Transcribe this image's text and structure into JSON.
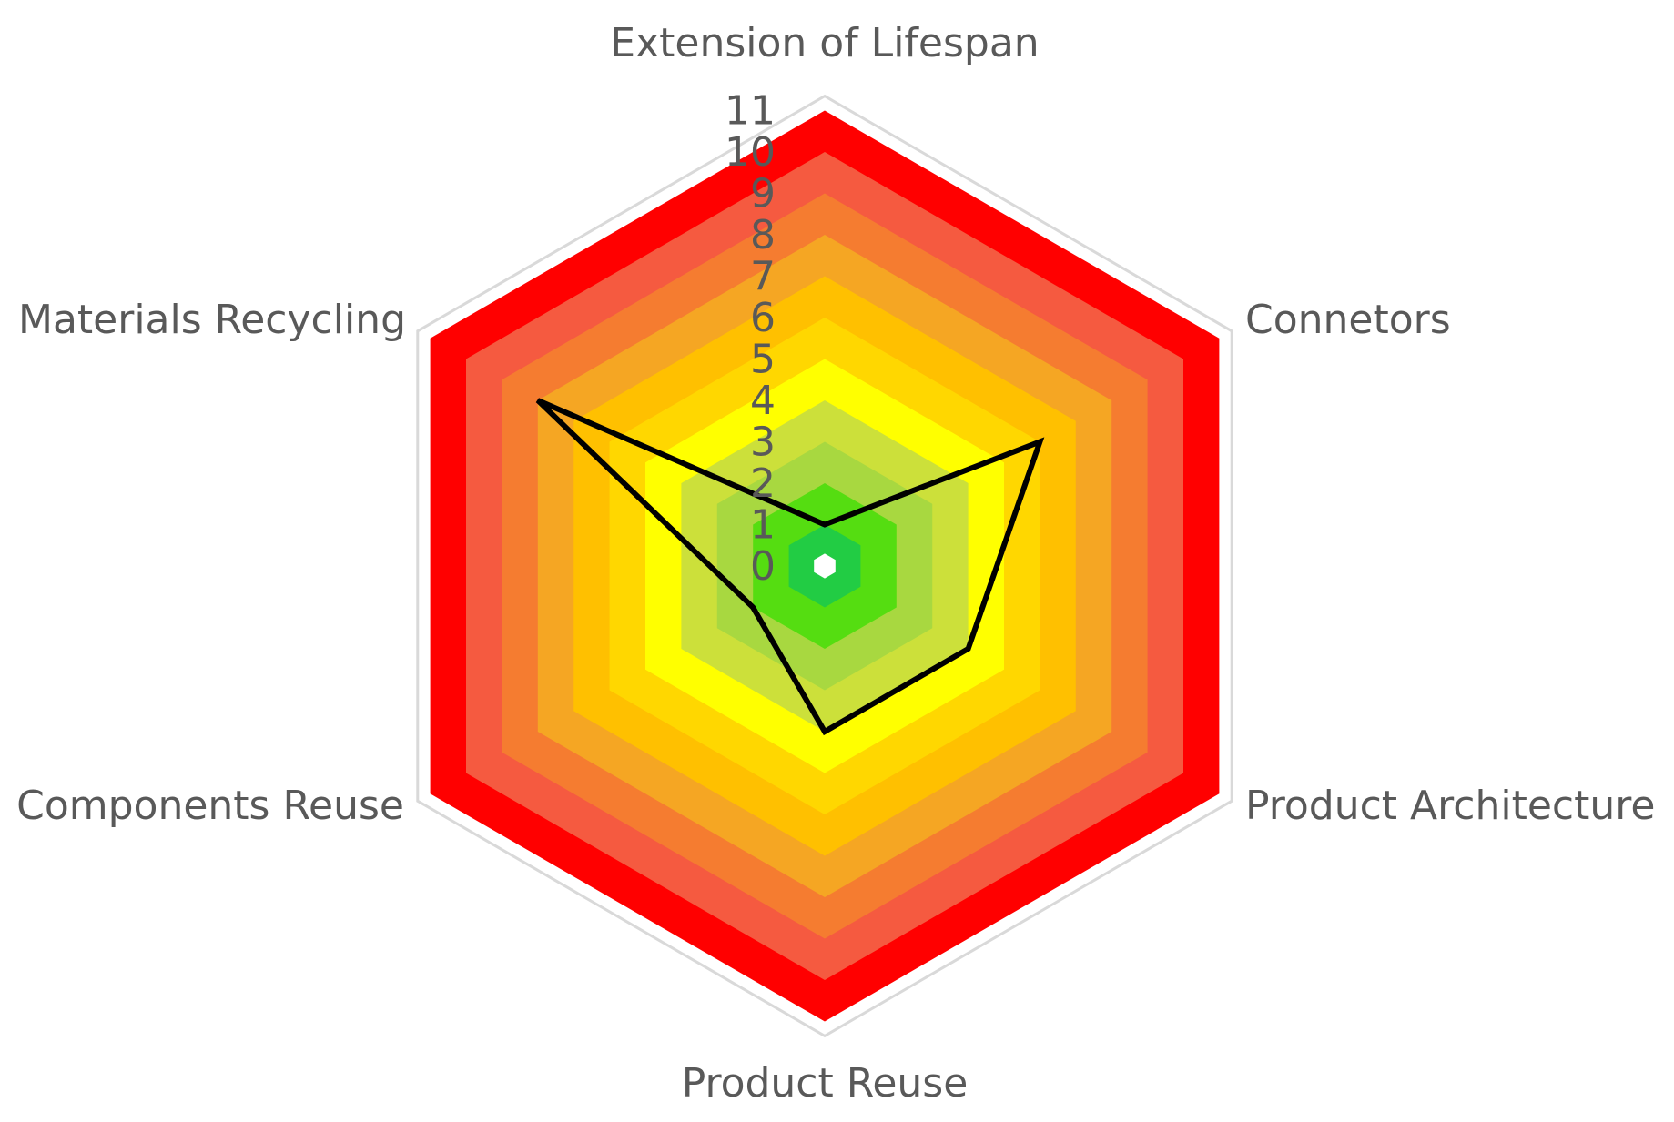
{
  "chart_data": {
    "type": "radar",
    "title": "",
    "categories": [
      "Extension of Lifespan",
      "Connetors",
      "Product Architecture",
      "Product Reuse",
      "Components Reuse",
      "Materials Recycling"
    ],
    "series": [
      {
        "values": [
          1,
          6,
          4,
          4,
          2,
          8
        ],
        "color": "#000000"
      }
    ],
    "rlim": [
      0,
      11
    ],
    "ticks": [
      0,
      1,
      2,
      3,
      4,
      5,
      6,
      7,
      8,
      9,
      10,
      11
    ],
    "tick_labels": [
      "0",
      "1",
      "2",
      "3",
      "4",
      "5",
      "6",
      "7",
      "8",
      "9",
      "10",
      "11"
    ],
    "band_colors": [
      "#22CC44",
      "#55DD11",
      "#A8D840",
      "#CCE03A",
      "#FFFF00",
      "#FFD700",
      "#FFC000",
      "#F5A623",
      "#F57C30",
      "#F55A40",
      "#FF0000"
    ],
    "grid": true,
    "legend": false
  }
}
